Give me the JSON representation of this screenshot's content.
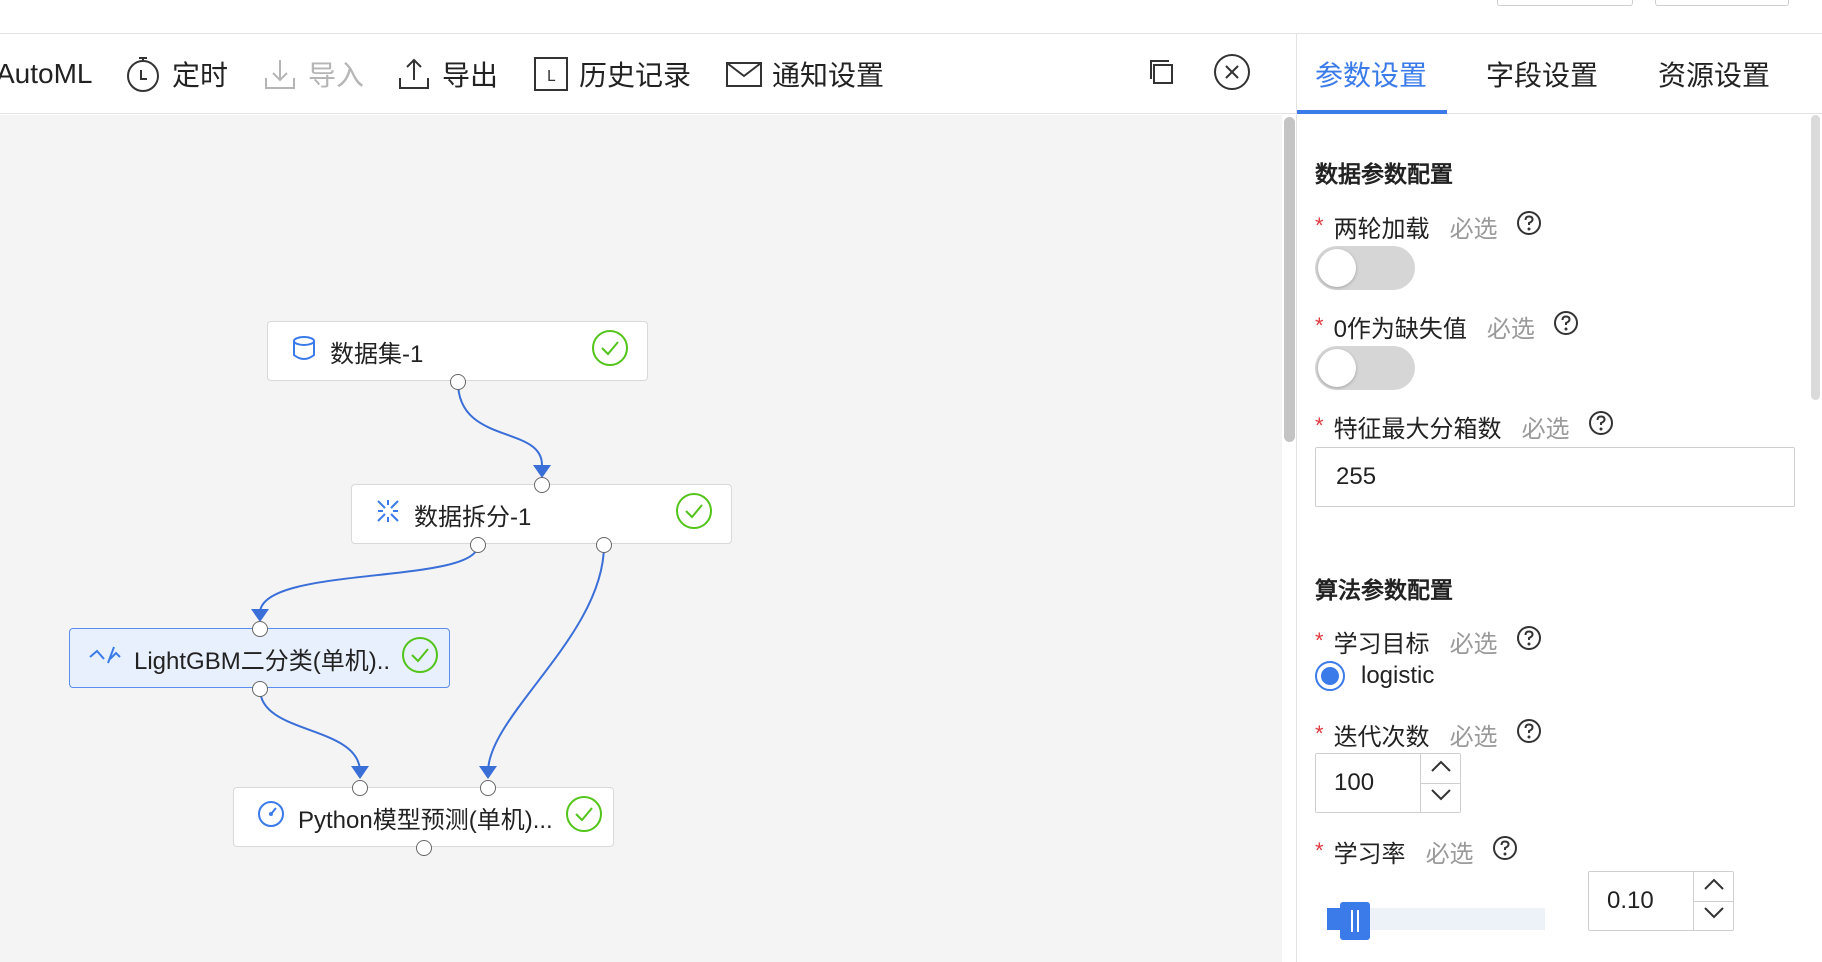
{
  "toolbar": {
    "automl_label": "AutoML",
    "schedule_label": "定时",
    "import_label": "导入",
    "export_label": "导出",
    "history_label": "历史记录",
    "history_icon_letter": "L",
    "notify_label": "通知设置"
  },
  "nodes": {
    "dataset": {
      "label": "数据集-1",
      "status": "success"
    },
    "split": {
      "label": "数据拆分-1",
      "status": "success"
    },
    "lightgbm": {
      "label": "LightGBM二分类(单机)...",
      "status": "success",
      "selected": true
    },
    "predict": {
      "label": "Python模型预测(单机)...",
      "status": "success"
    }
  },
  "tabs": [
    {
      "label": "参数设置",
      "active": true
    },
    {
      "label": "字段设置",
      "active": false
    },
    {
      "label": "资源设置",
      "active": false
    }
  ],
  "panel": {
    "data_section": {
      "title": "数据参数配置",
      "two_round_loading": {
        "label": "两轮加载",
        "hint": "必选",
        "enabled": false
      },
      "zero_as_missing": {
        "label": "0作为缺失值",
        "hint": "必选",
        "enabled": false
      },
      "max_bins": {
        "label": "特征最大分箱数",
        "hint": "必选",
        "value": "255"
      }
    },
    "algo_section": {
      "title": "算法参数配置",
      "objective": {
        "label": "学习目标",
        "hint": "必选",
        "options": [
          "logistic"
        ],
        "selected": "logistic"
      },
      "iterations": {
        "label": "迭代次数",
        "hint": "必选",
        "value": "100"
      },
      "learning_rate": {
        "label": "学习率",
        "hint": "必选",
        "value": "0.10",
        "slider_fraction": 0.07
      }
    }
  },
  "colors": {
    "accent": "#3a7be9",
    "success": "#52c41a",
    "required": "#e0383e",
    "canvas_bg": "#f4f4f4"
  }
}
